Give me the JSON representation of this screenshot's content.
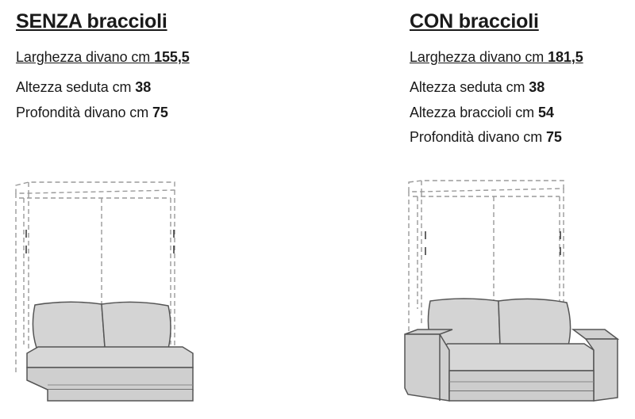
{
  "left": {
    "title": "SENZA braccioli",
    "width": {
      "label": "Larghezza divano cm ",
      "value": "155,5"
    },
    "seat_height": {
      "label": "Altezza seduta cm ",
      "value": "38"
    },
    "depth": {
      "label": "Profondità divano cm ",
      "value": "75"
    }
  },
  "right": {
    "title": "CON braccioli",
    "width": {
      "label": "Larghezza divano cm ",
      "value": "181,5"
    },
    "seat_height": {
      "label": "Altezza seduta cm ",
      "value": "38"
    },
    "arm_height": {
      "label": "Altezza braccioli cm ",
      "value": "54"
    },
    "depth": {
      "label": "Profondità divano cm ",
      "value": "75"
    }
  }
}
